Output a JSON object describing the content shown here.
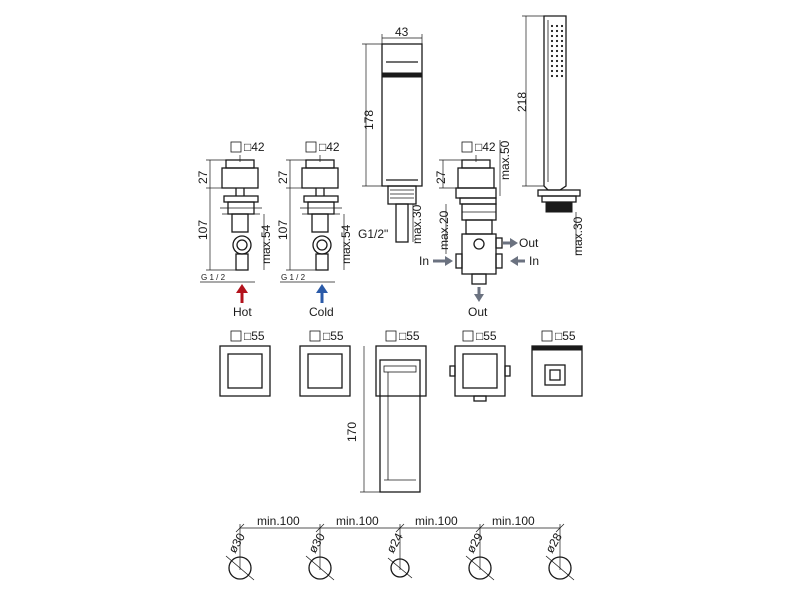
{
  "colors": {
    "hot": "#b3121c",
    "cold": "#2a5aa8",
    "flow": "#6b7280",
    "line": "#1a1a1a"
  },
  "side_view": {
    "valve_hot": {
      "top": "□42",
      "head": "27",
      "body": "107",
      "max": "max.54",
      "thread": "G 1 / 2",
      "label": "Hot"
    },
    "valve_cold": {
      "top": "□42",
      "head": "27",
      "body": "107",
      "max": "max.54",
      "thread": "G 1 / 2",
      "label": "Cold"
    },
    "spout": {
      "width": "43",
      "height": "178",
      "thread": "G1/2\"",
      "max": "max.30"
    },
    "diverter": {
      "top": "□42",
      "head": "27",
      "max_top": "max.50",
      "max_bottom": "max.20",
      "in_left": "In",
      "in_right": "In",
      "out_right": "Out",
      "out_bottom": "Out"
    },
    "hand_shower": {
      "height": "218",
      "max": "max.30"
    }
  },
  "front_view": {
    "plate_1": "□55",
    "plate_2": "□55",
    "plate_3": "□55",
    "plate_4": "□55",
    "plate_5": "□55",
    "spout_length": "170"
  },
  "hole_layout": {
    "spacing_1": "min.100",
    "spacing_2": "min.100",
    "spacing_3": "min.100",
    "spacing_4": "min.100",
    "hole_1": "ø30",
    "hole_2": "ø30",
    "hole_3": "ø24",
    "hole_4": "ø29",
    "hole_5": "ø28"
  }
}
